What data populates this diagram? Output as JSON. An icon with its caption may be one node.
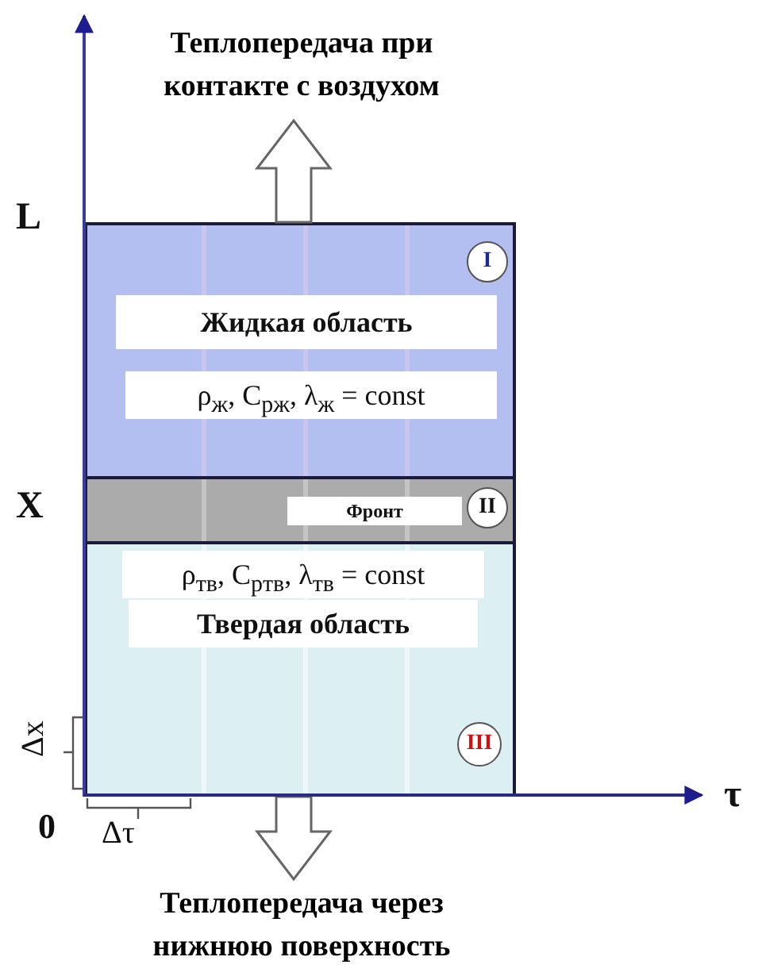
{
  "diagram": {
    "nodes": [
      {
        "text": [
          "Теплопередача при контакте с воздухом"
        ]
      },
      {
        "text": [
          "Жидкая область",
          "ρ$_{ж}$, C$_{pж}$, λ$_{ж}$ = const"
        ]
      },
      {
        "text": [
          "I"
        ],
        "in": 1
      },
      {
        "text": [
          "Фронт"
        ]
      },
      {
        "text": [
          "II"
        ],
        "in": 3
      },
      {
        "text": [
          "ρ$_{тв}$, C$_{pтв}$, λ$_{тв}$ = const",
          "Твердая область"
        ]
      },
      {
        "text": [
          "III"
        ],
        "in": 5
      },
      {
        "text": [
          "Теплопередача через нижнюю поверхность"
        ]
      }
    ],
    "edges": [
      {
        "from": 1,
        "to": 0,
        "arrow": "to",
        "style": "thick"
      },
      {
        "from": 5,
        "to": 7,
        "arrow": "to",
        "style": "thick"
      }
    ],
    "labels": [
      "L",
      "X",
      "Δx",
      "0",
      "Δτ",
      "τ"
    ]
  }
}
